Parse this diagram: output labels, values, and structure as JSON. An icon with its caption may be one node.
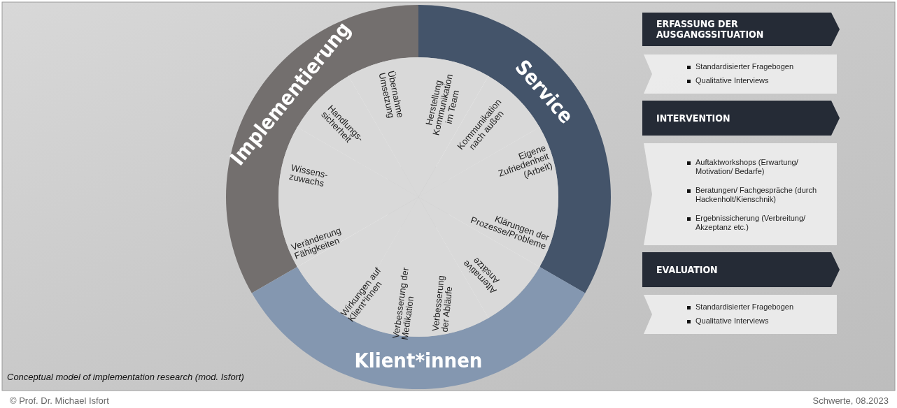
{
  "diagram": {
    "caption": "Conceptual model of implementation research (mod. Isfort)",
    "nodes": [
      {
        "text": [
          "Implementierung"
        ]
      },
      {
        "text": [
          "Service"
        ]
      },
      {
        "text": [
          "Klient*innen"
        ]
      },
      {
        "text": [
          "Herstellung Kommunikation im Team"
        ]
      },
      {
        "text": [
          "Kommunikation nach außen"
        ]
      },
      {
        "text": [
          "Eigene Zufriedenheit (Arbeit)"
        ]
      },
      {
        "text": [
          "Klärungen der Prozesse/Probleme"
        ]
      },
      {
        "text": [
          "Alternative Ansätze"
        ]
      },
      {
        "text": [
          "Verbesserung der Abläufe"
        ]
      },
      {
        "text": [
          "Verbesserung der Medikation"
        ]
      },
      {
        "text": [
          "Wirkungen auf Klient*innen"
        ]
      },
      {
        "text": [
          "Veränderung Fähigkeiten"
        ]
      },
      {
        "text": [
          "Wissens- zuwachs"
        ]
      },
      {
        "text": [
          "Handlungs- sicherheit"
        ]
      },
      {
        "text": [
          "Übernahme Umsetzung"
        ]
      },
      {
        "text": [
          "ERFASSUNG DER AUSGANGSSITUATION"
        ]
      },
      {
        "text": [
          "Standardisierter Fragebogen",
          "Qualitative Interviews"
        ]
      },
      {
        "text": [
          "INTERVENTION"
        ]
      },
      {
        "text": [
          "Auftaktworkshops (Erwartung/ Motivation/ Bedarfe)",
          "Beratungen/ Fachgespräche (durch Hackenholt/Kienschnik)",
          "Ergebnissicherung (Verbreitung/ Akzeptanz etc.)"
        ]
      },
      {
        "text": [
          "EVALUATION"
        ]
      },
      {
        "text": [
          "Standardisierter Fragebogen",
          "Qualitative Interviews"
        ]
      }
    ],
    "labels": [
      "© Prof. Dr. Michael Isfort",
      "Schwerte, 08.2023"
    ]
  }
}
